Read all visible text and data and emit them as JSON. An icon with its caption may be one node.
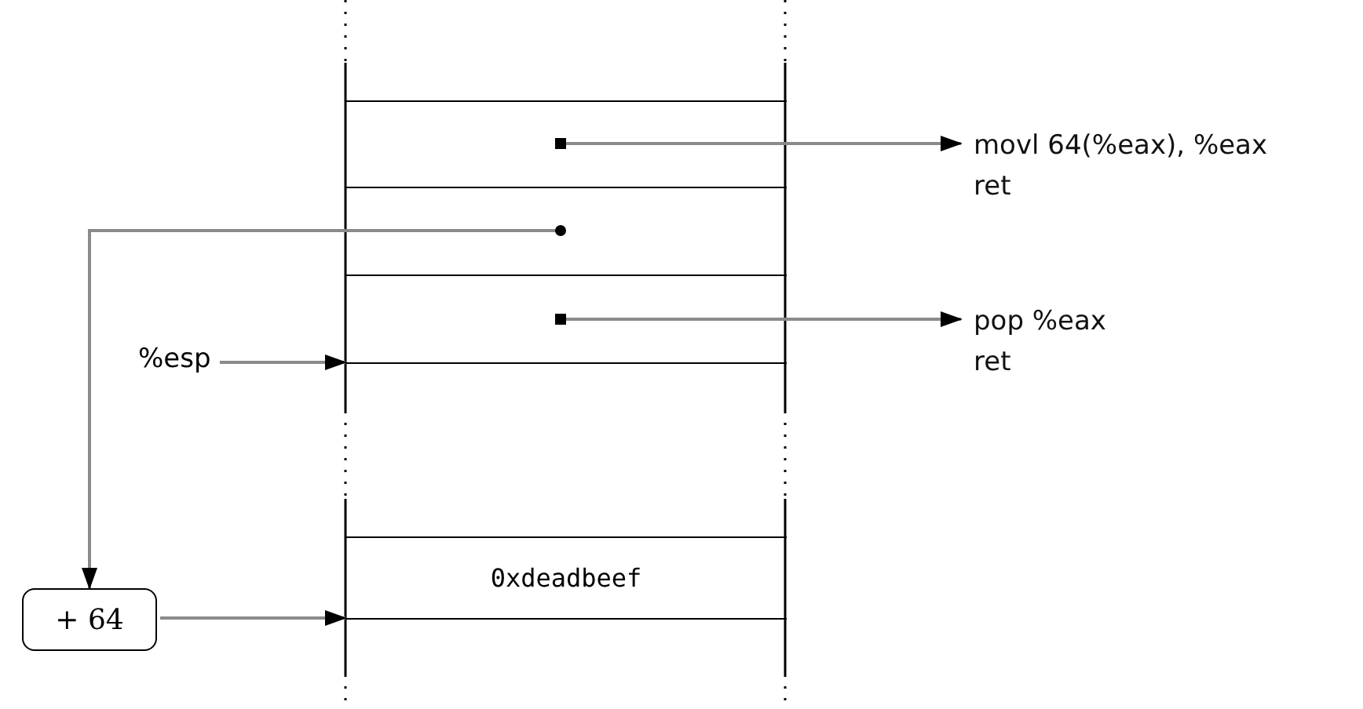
{
  "diagram": {
    "nodes": [
      {
        "text": [],
        "shape": "box"
      },
      {
        "text": [],
        "shape": "box"
      },
      {
        "text": [],
        "shape": "box"
      },
      {
        "text": [
          "movl 64(%eax), %eax",
          "ret"
        ]
      },
      {
        "text": [
          "pop %eax",
          "ret"
        ]
      },
      {
        "text": [
          "%esp"
        ]
      },
      {
        "text": [
          "+ 64"
        ]
      },
      {
        "text": [
          "0xdeadbeef"
        ]
      }
    ],
    "edges": [
      {
        "from": 0,
        "to": 3,
        "arrow": "to"
      },
      {
        "from": 1,
        "to": 6,
        "arrow": "to"
      },
      {
        "from": 2,
        "to": 4,
        "arrow": "to"
      },
      {
        "from": 5,
        "to": 2,
        "arrow": "to"
      },
      {
        "from": 6,
        "to": 7,
        "arrow": "to"
      }
    ]
  }
}
